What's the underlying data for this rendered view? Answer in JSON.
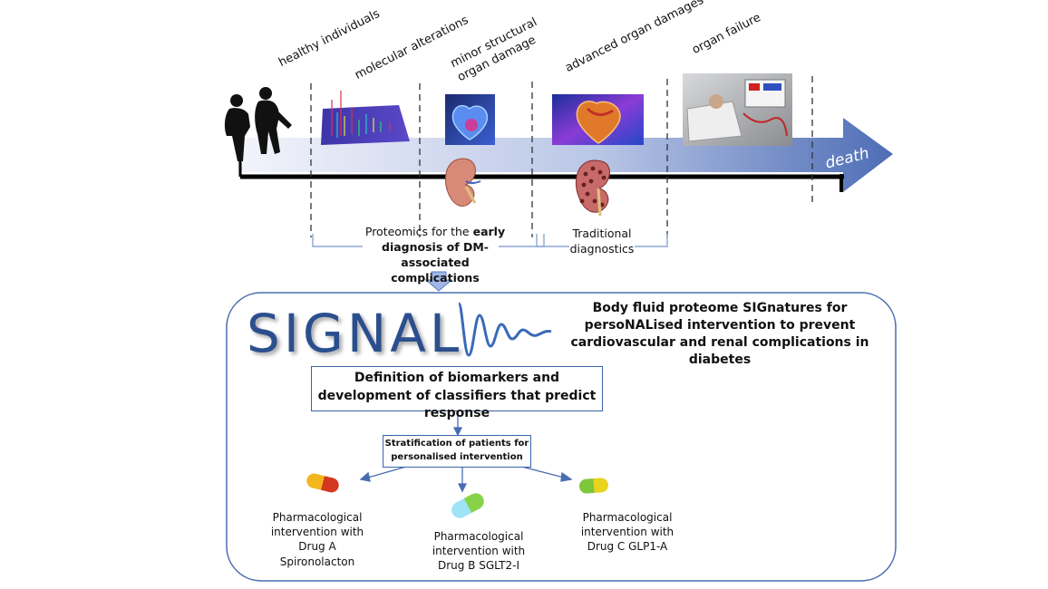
{
  "timeline": {
    "stages": [
      "healthy individuals",
      "molecular alterations",
      "minor structural organ damage",
      "advanced organ damages",
      "organ failure"
    ],
    "endpoint": "death"
  },
  "proteomics": {
    "prefix": "Proteomics for the ",
    "bold": "early diagnosis of DM-associated complications"
  },
  "traditional": "Traditional diagnostics",
  "signal": {
    "logo": "SIGNAL",
    "title": "Body fluid proteome SIGnatures for persoNALised intervention to prevent cardiovascular and renal complications in diabetes",
    "definition": "Definition of biomarkers and development of classifiers that predict response",
    "stratification": "Stratification of patients for personalised intervention",
    "interventions": [
      {
        "label": "Pharmacological intervention with Drug A Spironolacton",
        "pill_colors": [
          "#f2b61f",
          "#d4381f"
        ]
      },
      {
        "label": "Pharmacological intervention with Drug B SGLT2-I",
        "pill_colors": [
          "#9fe3f7",
          "#86d34a"
        ]
      },
      {
        "label": "Pharmacological intervention with Drug C GLP1-A",
        "pill_colors": [
          "#7ec63a",
          "#e8d41c"
        ]
      }
    ]
  },
  "colors": {
    "accent_blue": "#3a63a8",
    "arrow_light": "#eef1f9",
    "arrow_dark": "#4f6fb8"
  }
}
